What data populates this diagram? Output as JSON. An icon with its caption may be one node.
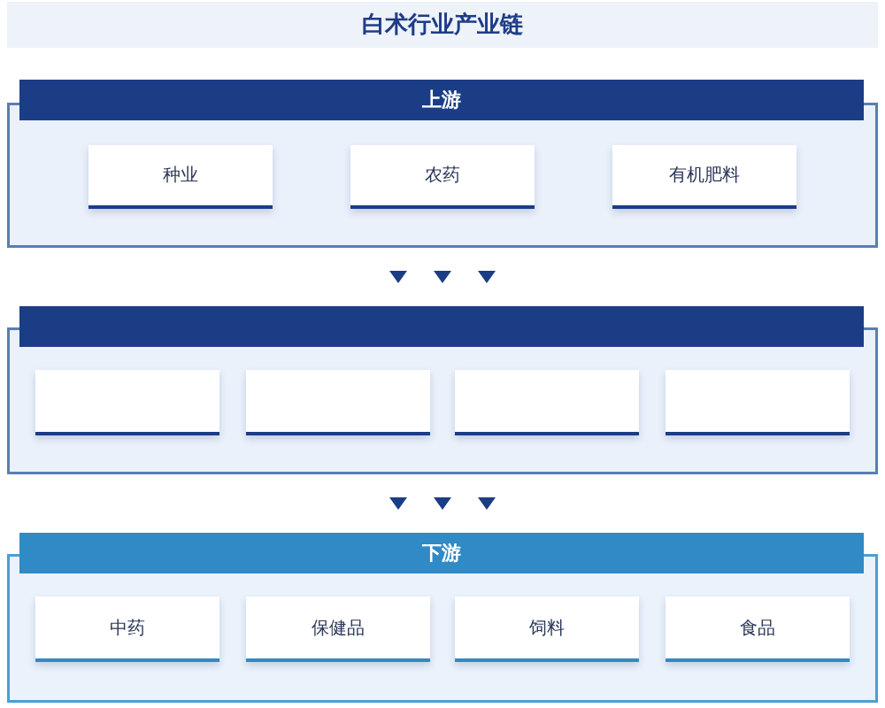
{
  "diagram": {
    "title": "白术行业产业链",
    "nodes": [
      {
        "text": [
          "上游"
        ]
      },
      {
        "text": [
          "种业"
        ],
        "in": 0
      },
      {
        "text": [
          "农药"
        ],
        "in": 0
      },
      {
        "text": [
          "有机肥料"
        ],
        "in": 0
      },
      {
        "text": [],
        "shape": "box"
      },
      {
        "text": [],
        "shape": "box",
        "in": 4
      },
      {
        "text": [],
        "shape": "box",
        "in": 4
      },
      {
        "text": [],
        "shape": "box",
        "in": 4
      },
      {
        "text": [],
        "shape": "box",
        "in": 4
      },
      {
        "text": [
          "下游"
        ]
      },
      {
        "text": [
          "中药"
        ],
        "in": 9
      },
      {
        "text": [
          "保健品"
        ],
        "in": 9
      },
      {
        "text": [
          "饲料"
        ],
        "in": 9
      },
      {
        "text": [
          "食品"
        ],
        "in": 9
      }
    ],
    "edges": [
      {
        "from": 0,
        "to": 4,
        "arrow": "to"
      },
      {
        "from": 0,
        "to": 4,
        "arrow": "to"
      },
      {
        "from": 0,
        "to": 4,
        "arrow": "to"
      },
      {
        "from": 4,
        "to": 9,
        "arrow": "to"
      },
      {
        "from": 4,
        "to": 9,
        "arrow": "to"
      },
      {
        "from": 4,
        "to": 9,
        "arrow": "to"
      }
    ]
  }
}
